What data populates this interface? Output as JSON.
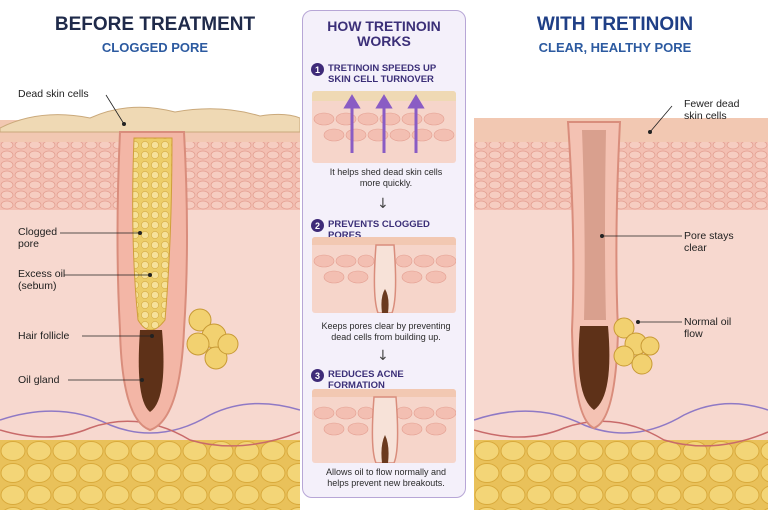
{
  "left": {
    "title": "BEFORE TREATMENT",
    "subtitle": "CLOGGED PORE",
    "labels": {
      "dead_skin": "Dead skin cells",
      "clogged_pore": "Clogged\npore",
      "excess_oil": "Excess oil\n(sebum)",
      "hair_follicle": "Hair follicle",
      "oil_gland": "Oil gland"
    }
  },
  "center": {
    "title": "HOW TRETINOIN\nWORKS",
    "steps": [
      {
        "number": "1",
        "title": "TRETINOIN SPEEDS UP\nSKIN CELL TURNOVER",
        "desc": "It helps shed dead skin cells\nmore quickly."
      },
      {
        "number": "2",
        "title": "PREVENTS CLOGGED PORES",
        "desc": "Keeps pores clear by preventing\ndead cells from building up."
      },
      {
        "number": "3",
        "title": "REDUCES ACNE FORMATION",
        "desc": "Allows oil to flow normally and\nhelps prevent new breakouts."
      }
    ]
  },
  "right": {
    "title": "WITH TRETINOIN",
    "subtitle": "CLEAR, HEALTHY PORE",
    "labels": {
      "fewer_dead": "Fewer dead\nskin cells",
      "pore_clear": "Pore stays\nclear",
      "normal_oil": "Normal oil\nflow"
    }
  },
  "colors": {
    "skin_top": "#f2c9b8",
    "dermis": "#f7d4cc",
    "fat": "#f1cf6b",
    "sebum": "#efd071",
    "follicle": "#6b3a1f",
    "accent_purple": "#3e2a78"
  }
}
